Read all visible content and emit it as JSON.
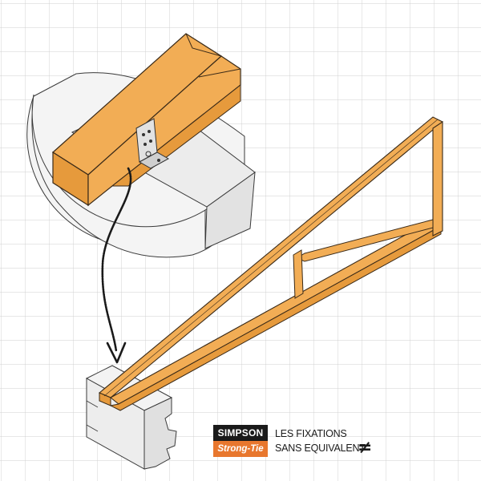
{
  "brand": {
    "top_label": "SIMPSON",
    "bottom_label": "Strong-Tie",
    "top_color": "#1a1a1a",
    "bottom_color": "#e8772e"
  },
  "tagline": {
    "line1": "LES FIXATIONS",
    "line2": "SANS EQUIVALENT",
    "symbol": "≠"
  },
  "colors": {
    "timber": "#f2ad55",
    "timber_outline": "#3a2a18",
    "masonry": "#eeeeee",
    "grid": "#cfcfcf",
    "bracket": "#d9d9d9"
  },
  "icons": [
    "angle-bracket-icon",
    "curved-arrow-icon"
  ]
}
